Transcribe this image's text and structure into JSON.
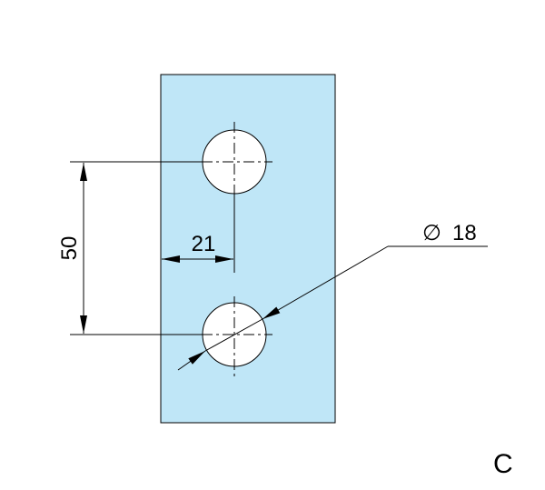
{
  "drawing": {
    "dimension_spacing": "50",
    "dimension_edge_offset": "21",
    "hole_diameter_symbol": "∅",
    "hole_diameter": "18",
    "variant_label": "C",
    "plate_color": "#bfe6f7",
    "line_color": "#000000"
  }
}
